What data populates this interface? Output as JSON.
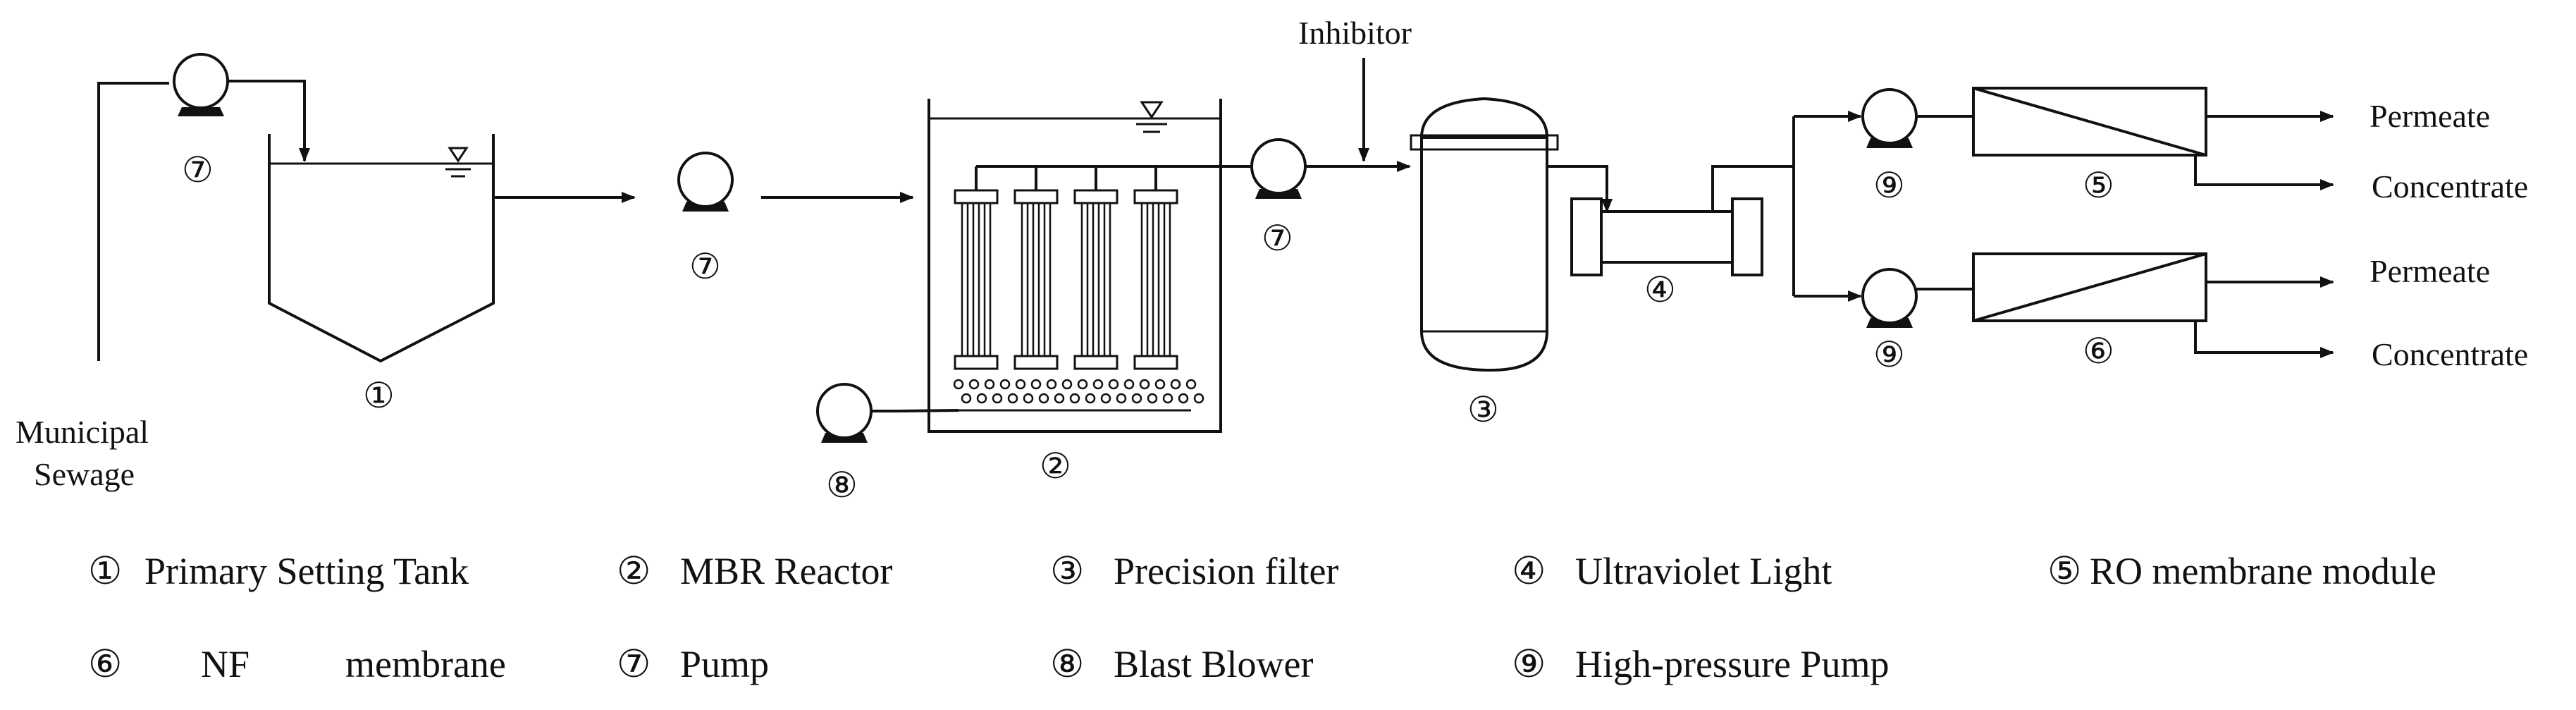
{
  "labels": {
    "inhibitor": "Inhibitor",
    "sewage_line1": "Municipal",
    "sewage_line2": "Sewage",
    "permeate_top": "Permeate",
    "concentrate_top": "Concentrate",
    "permeate_bottom": "Permeate",
    "concentrate_bottom": "Concentrate"
  },
  "markers": {
    "pump_inlet": "⑦",
    "tank": "①",
    "pump_middle": "⑦",
    "mbr": "②",
    "blower": "⑧",
    "pump_after_mbr": "⑦",
    "filter": "③",
    "uv": "④",
    "hp_pump_top": "⑨",
    "ro_module": "⑤",
    "hp_pump_bottom": "⑨",
    "nf_module": "⑥"
  },
  "legend": {
    "row1": [
      {
        "num": "①",
        "text": "Primary Setting Tank"
      },
      {
        "num": "②",
        "text": "MBR Reactor"
      },
      {
        "num": "③",
        "text": "Precision filter"
      },
      {
        "num": "④",
        "text": "Ultraviolet Light"
      },
      {
        "num": "⑤",
        "text": "RO membrane module"
      }
    ],
    "row2": [
      {
        "num": "⑥",
        "text": "NF",
        "text2": "membrane"
      },
      {
        "num": "⑦",
        "text": "Pump"
      },
      {
        "num": "⑧",
        "text": "Blast Blower"
      },
      {
        "num": "⑨",
        "text": "High-pressure Pump"
      }
    ]
  }
}
